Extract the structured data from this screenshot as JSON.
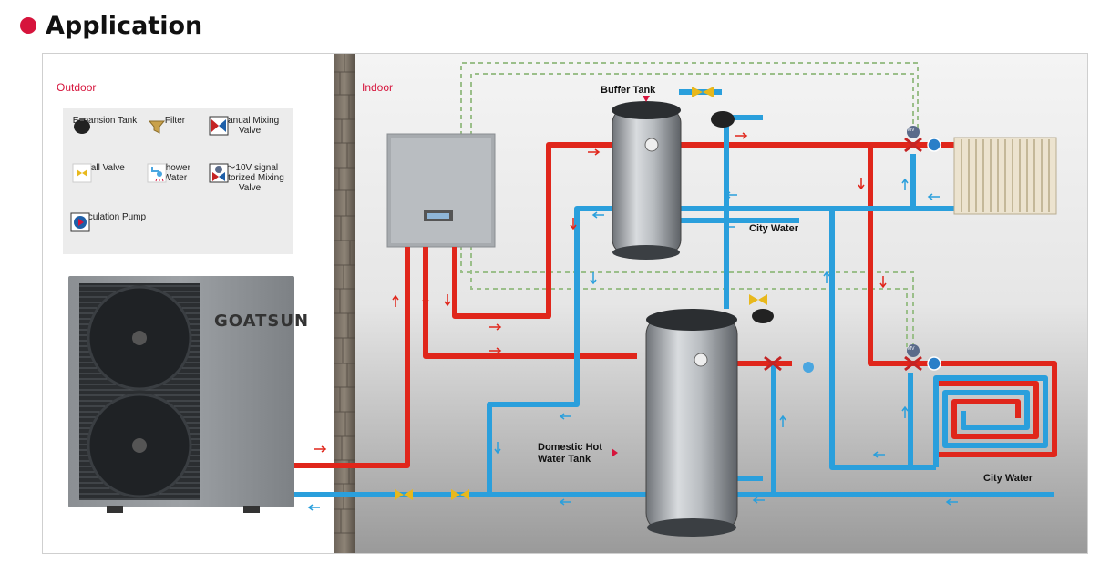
{
  "title": "Application",
  "zones": {
    "outdoor": "Outdoor",
    "indoor": "Indoor"
  },
  "legend": {
    "expansion_tank": "Expansion Tank",
    "filter": "Filter",
    "manual_mixing_valve": "Manual Mixing Valve",
    "ball_valve": "Ball Valve",
    "shower_water": "Shower Water",
    "motorized_line1": "0～10V signal",
    "motorized_line2": "Motorized Mixing Valve",
    "circulation_pump": "Circulation Pump"
  },
  "labels": {
    "buffer_tank": "Buffer Tank",
    "city_water_top": "City Water",
    "city_water_bottom": "City Water",
    "dhw_line1": "Domestic Hot",
    "dhw_line2": "Water Tank",
    "mv": "MV"
  },
  "brand": "GOATSUN",
  "colors": {
    "hot": "#e0261b",
    "cold": "#2a9fdc",
    "signal": "#9bbf8a",
    "accent": "#d6143c"
  }
}
